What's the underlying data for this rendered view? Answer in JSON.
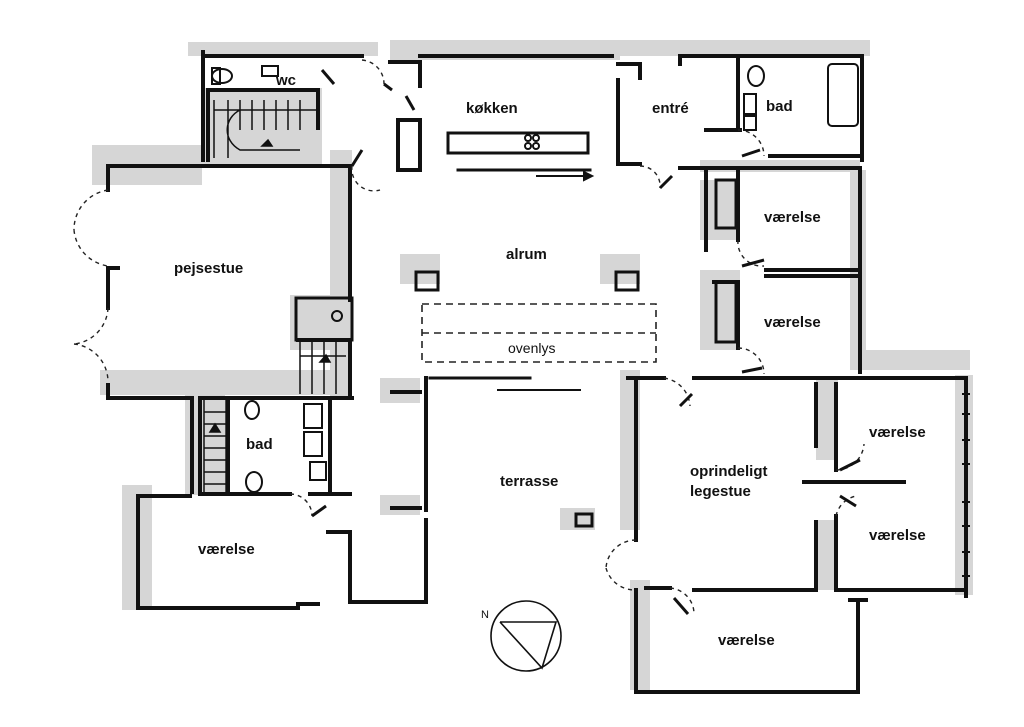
{
  "rooms": {
    "wc": "wc",
    "kokken": "køkken",
    "entre": "entré",
    "bad_top": "bad",
    "pejsestue": "pejsestue",
    "alrum": "alrum",
    "vaerelse_e1": "værelse",
    "vaerelse_e2": "værelse",
    "ovenlys": "ovenlys",
    "bad_left": "bad",
    "terrasse": "terrasse",
    "oprindeligt_line1": "oprindeligt",
    "oprindeligt_line2": "legestue",
    "vaerelse_r1": "værelse",
    "vaerelse_r2": "værelse",
    "vaerelse_left": "værelse",
    "vaerelse_bottom": "værelse"
  },
  "compass": {
    "north_label": "N"
  },
  "colors": {
    "wall": "#111111",
    "shadow": "#c9c9c9",
    "line": "#222222",
    "background": "#ffffff"
  }
}
